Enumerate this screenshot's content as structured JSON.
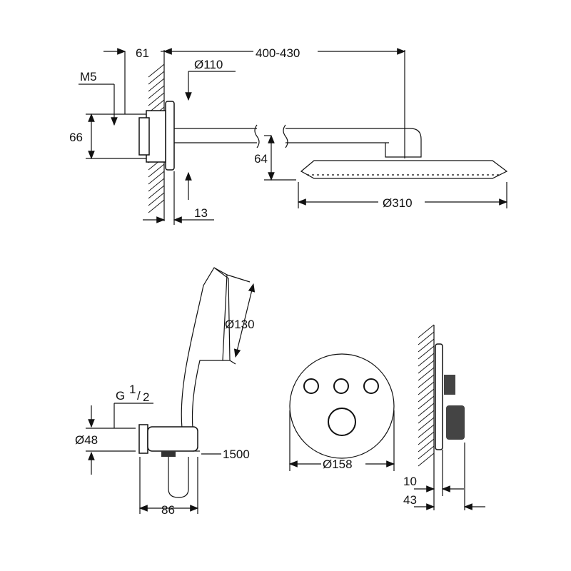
{
  "title": "Shower system dimension drawing",
  "dimensions": {
    "wall_to_outlet": "61",
    "arm_length": "400-430",
    "thread": "M5",
    "flange_diameter": "Ø110",
    "mount_height": "66",
    "head_drop": "64",
    "flange_depth": "13",
    "head_diameter": "Ø310",
    "hand_shower_diameter": "Ø130",
    "connection_thread": "G",
    "connection_thread_fraction_num": "1",
    "connection_thread_fraction_den": "2",
    "elbow_diameter": "Ø48",
    "hose_length": "1500",
    "holder_projection": "86",
    "trim_diameter": "Ø158",
    "trim_depth": "10",
    "knob_projection": "43"
  }
}
